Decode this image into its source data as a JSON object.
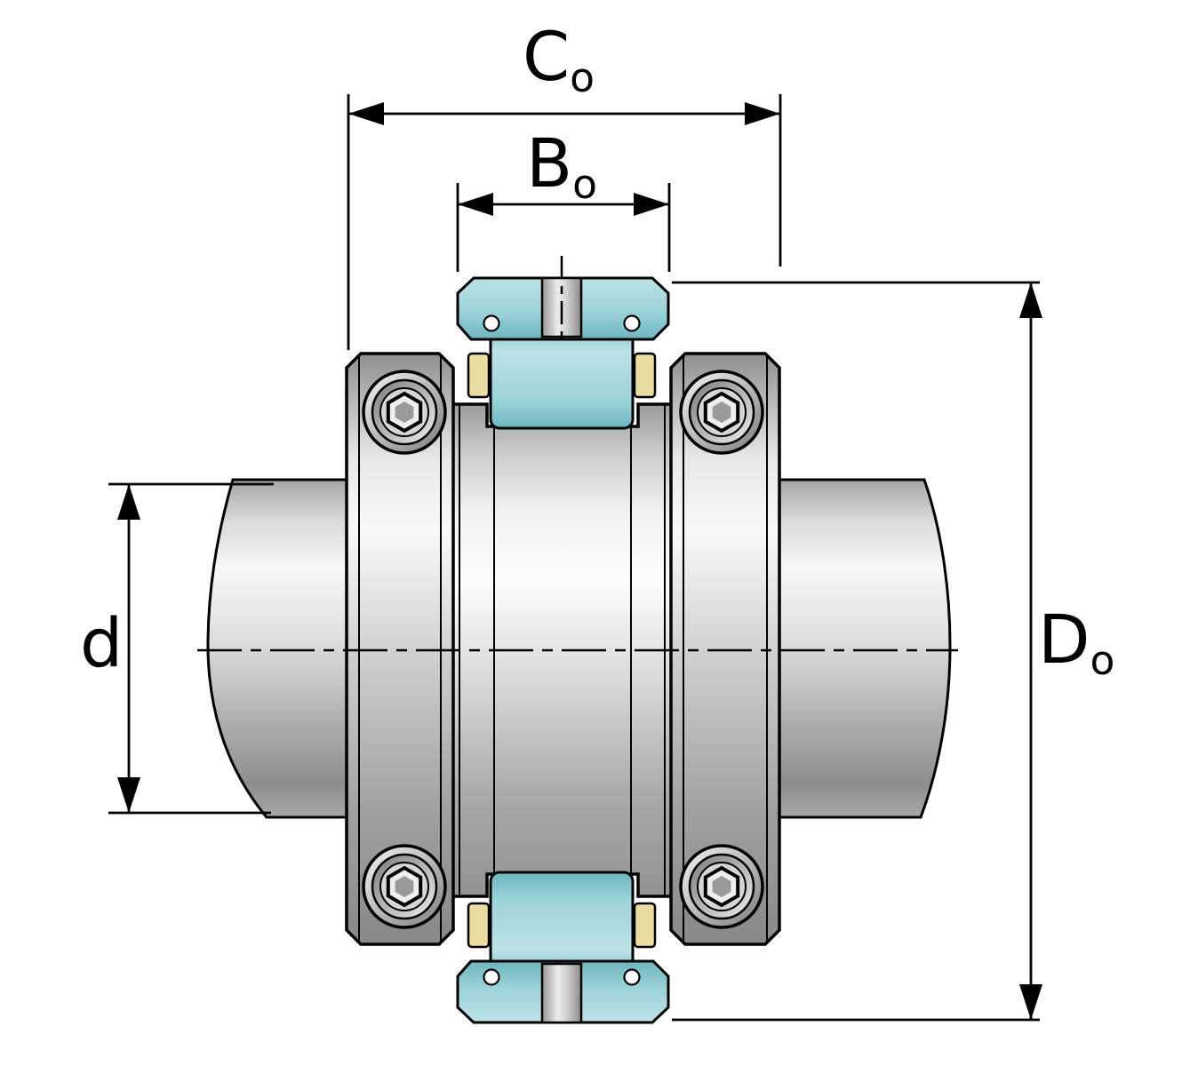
{
  "labels": {
    "width_outer": {
      "main": "C",
      "sub": "o"
    },
    "width_inner": {
      "main": "B",
      "sub": "o"
    },
    "shaft_diameter": {
      "main": "d",
      "sub": ""
    },
    "outer_diameter": {
      "main": "D",
      "sub": "o"
    }
  },
  "colors": {
    "background": "#ffffff",
    "outline": "#000000",
    "teal_light": "#bde2e6",
    "teal": "#9cd3d9",
    "teal_dark": "#6db6bf",
    "cage_yellow": "#eadda1",
    "metal_light": "#f6f6f6",
    "metal_mid": "#c2c2c2",
    "metal_dark": "#8d8d8d"
  }
}
